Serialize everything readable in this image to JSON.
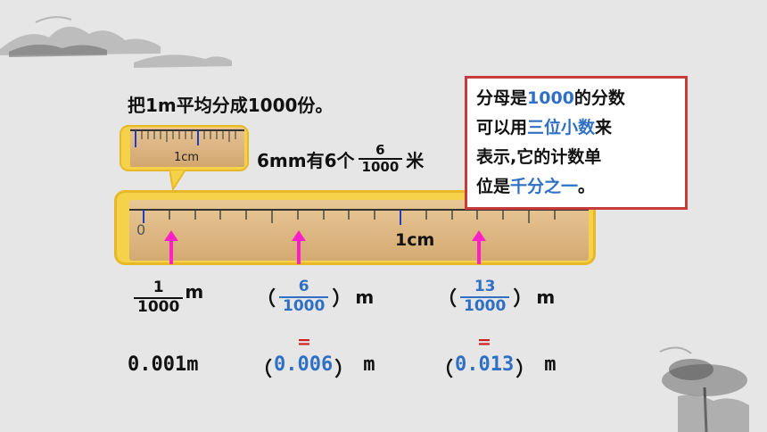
{
  "intro": "把1m平均分成1000份。",
  "zoom_ruler": {
    "label": "1cm"
  },
  "main_ruler": {
    "zero": "0",
    "label": "1cm"
  },
  "equation": {
    "prefix": "6mm有6个",
    "frac_num": "6",
    "frac_den": "1000",
    "suffix": "米"
  },
  "info_card": {
    "l1a": "分母是",
    "l1b": "1000",
    "l1c": "的分数",
    "l2a": "可以用",
    "l2b": "三位小数",
    "l2c": "来",
    "l3": "表示,它的计数单",
    "l4a": "位是",
    "l4b": "千分之一",
    "l4c": "。"
  },
  "columns": [
    {
      "num": "1",
      "den": "1000",
      "unit": "m",
      "decimal": "0.001m"
    },
    {
      "open": "（",
      "num": "6",
      "den": "1000",
      "close": "）",
      "unit": "m",
      "eq": "=",
      "dec_open": "（",
      "decimal": "0.006",
      "dec_close": "）",
      "dec_unit": "m"
    },
    {
      "open": "（",
      "num": "13",
      "den": "1000",
      "close": "）",
      "unit": "m",
      "eq": "=",
      "dec_open": "（",
      "decimal": "0.013",
      "dec_close": "）",
      "dec_unit": "m"
    }
  ],
  "colors": {
    "accent_blue": "#2f70c5",
    "arrow_magenta": "#ff1fc8",
    "card_border": "#c63c3c",
    "equals_red": "#d21a1a"
  }
}
